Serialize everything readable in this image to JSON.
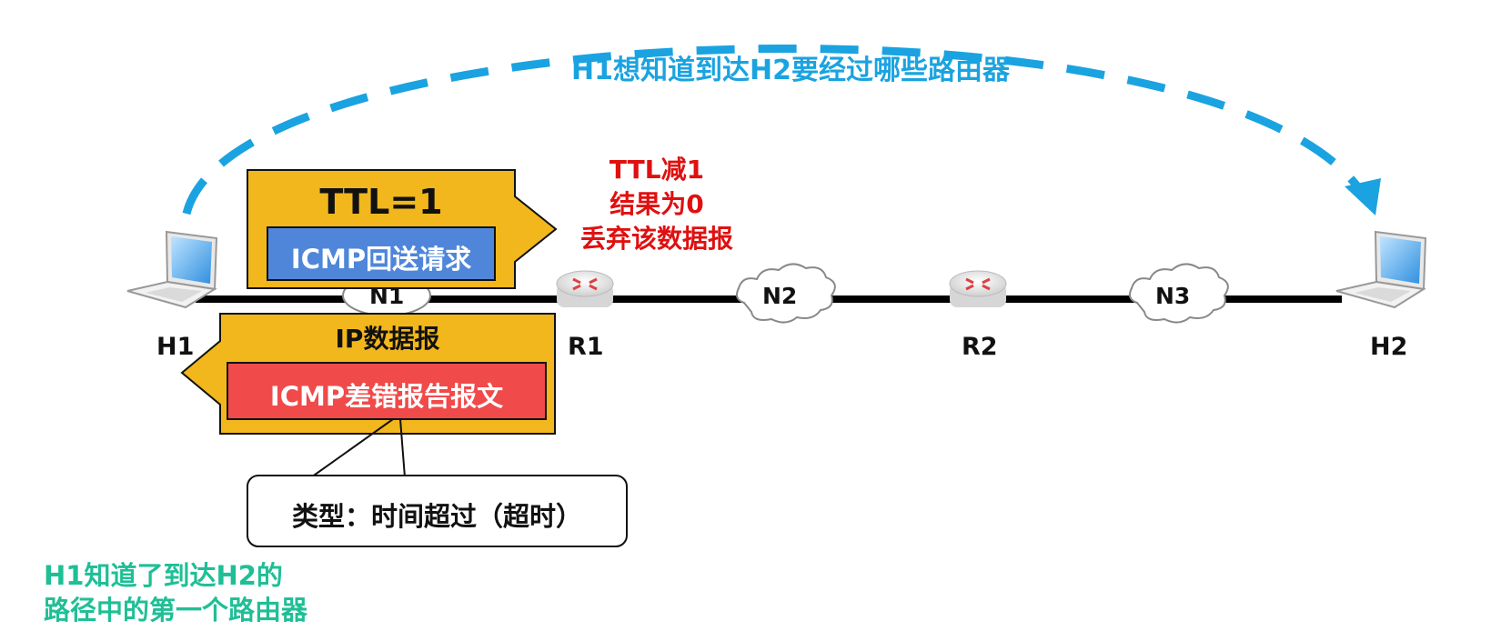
{
  "top_annotation": "H1想知道到达H2要经过哪些路由器",
  "hosts": [
    {
      "id": "H1",
      "label": "H1"
    },
    {
      "id": "H2",
      "label": "H2"
    }
  ],
  "routers": [
    {
      "id": "R1",
      "label": "R1"
    },
    {
      "id": "R2",
      "label": "R2"
    }
  ],
  "networks": [
    {
      "id": "N1",
      "label": "N1"
    },
    {
      "id": "N2",
      "label": "N2"
    },
    {
      "id": "N3",
      "label": "N3"
    }
  ],
  "outgoing_packet": {
    "header": "TTL=1",
    "payload": "ICMP回送请求"
  },
  "router_note": {
    "line1": "TTL减1",
    "line2": "结果为0",
    "line3": "丢弃该数据报"
  },
  "return_packet": {
    "header": "IP数据报",
    "payload": "ICMP差错报告报文"
  },
  "callout": "类型：时间超过（超时）",
  "conclusion": {
    "line1": "H1知道了到达H2的",
    "line2": "路径中的第一个路由器"
  },
  "colors": {
    "dashed_arc": "#1aa3e0",
    "packet_fill": "#f2b71c",
    "request_fill": "#4f86d9",
    "error_fill": "#f04a4a",
    "router_note": "#e01010",
    "conclusion": "#1fbf96"
  }
}
